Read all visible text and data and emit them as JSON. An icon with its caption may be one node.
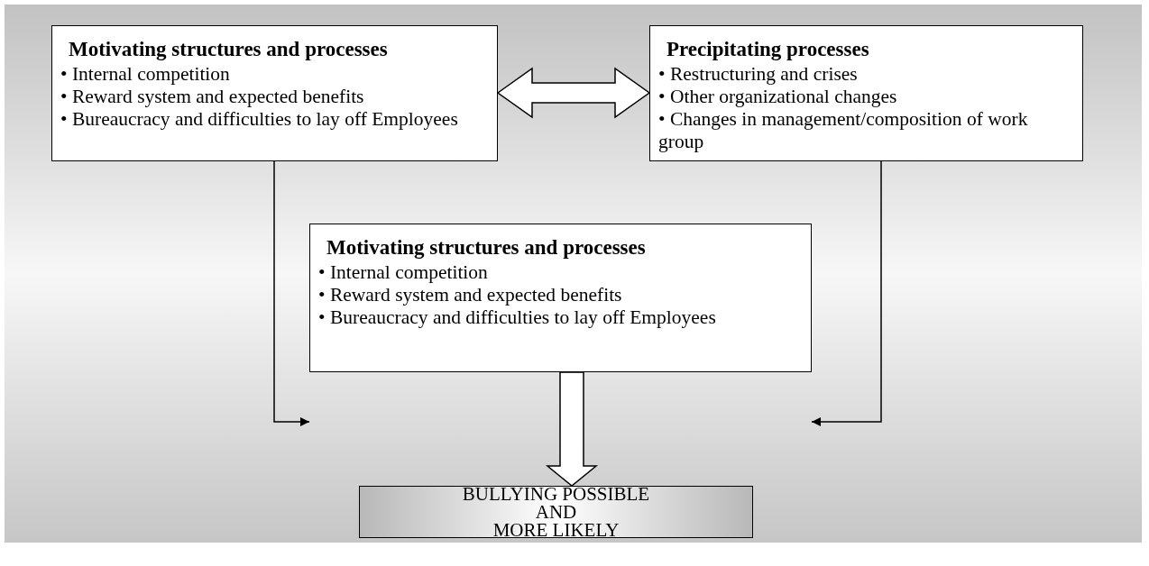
{
  "diagram": {
    "nodes": [
      {
        "text": [
          "Motivating structures and processes",
          "• Internal competition",
          "• Reward system and expected benefits",
          "• Bureaucracy and difficulties to lay off Employees"
        ]
      },
      {
        "text": [
          "Precipitating processes",
          "• Restructuring and crises",
          "• Other organizational changes",
          "• Changes in management/composition of work group"
        ]
      },
      {
        "text": [
          "Motivating structures and processes",
          "• Internal competition",
          "• Reward system and expected benefits",
          "• Bureaucracy and difficulties to lay off Employees"
        ]
      },
      {
        "text": [
          "BULLYING POSSIBLE",
          "AND",
          "MORE LIKELY"
        ]
      }
    ],
    "edges": [
      {
        "from": 0,
        "to": 1,
        "arrow": "both",
        "style": "thick"
      },
      {
        "from": 0,
        "to": 2,
        "arrow": "to"
      },
      {
        "from": 1,
        "to": 2,
        "arrow": "to"
      },
      {
        "from": 2,
        "to": 3,
        "arrow": "to",
        "style": "thick"
      }
    ]
  }
}
